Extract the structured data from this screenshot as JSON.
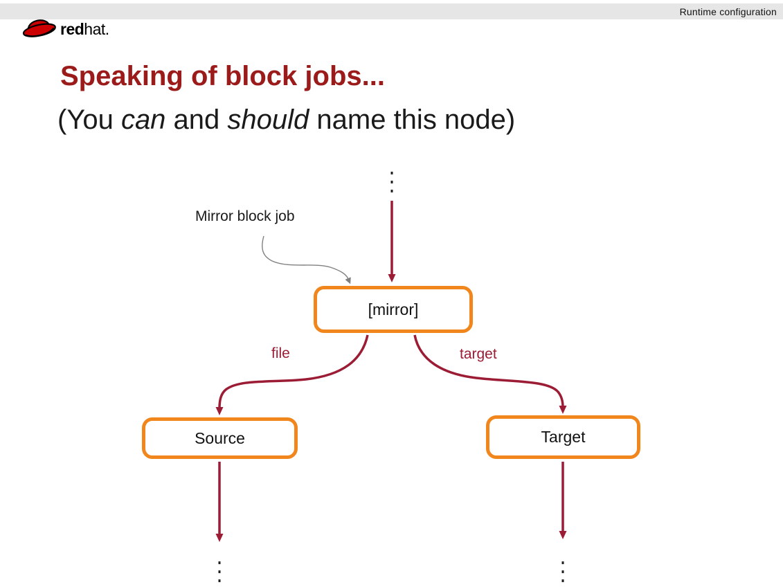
{
  "header": {
    "right_label": "Runtime configuration"
  },
  "logo": {
    "text_bold": "red",
    "text_regular": "hat."
  },
  "slide": {
    "title": "Speaking of block jobs...",
    "subtitle": {
      "p0": "(You ",
      "p1": "can",
      "p2": " and ",
      "p3": "should",
      "p4": " name this node)"
    }
  },
  "diagram": {
    "annotation_label": "Mirror block job",
    "nodes": {
      "mirror": "[mirror]",
      "source": "Source",
      "target": "Target"
    },
    "edge_labels": {
      "left": "file",
      "right": "target"
    }
  },
  "colors": {
    "header_bar": "#e6e6e6",
    "title_red": "#9b1b1b",
    "arrow_crimson": "#9b1c34",
    "node_border_orange": "#f0861c",
    "annotation_gray": "#808080",
    "logo_red": "#cc0000",
    "ellipsis_dot": "#222222"
  }
}
